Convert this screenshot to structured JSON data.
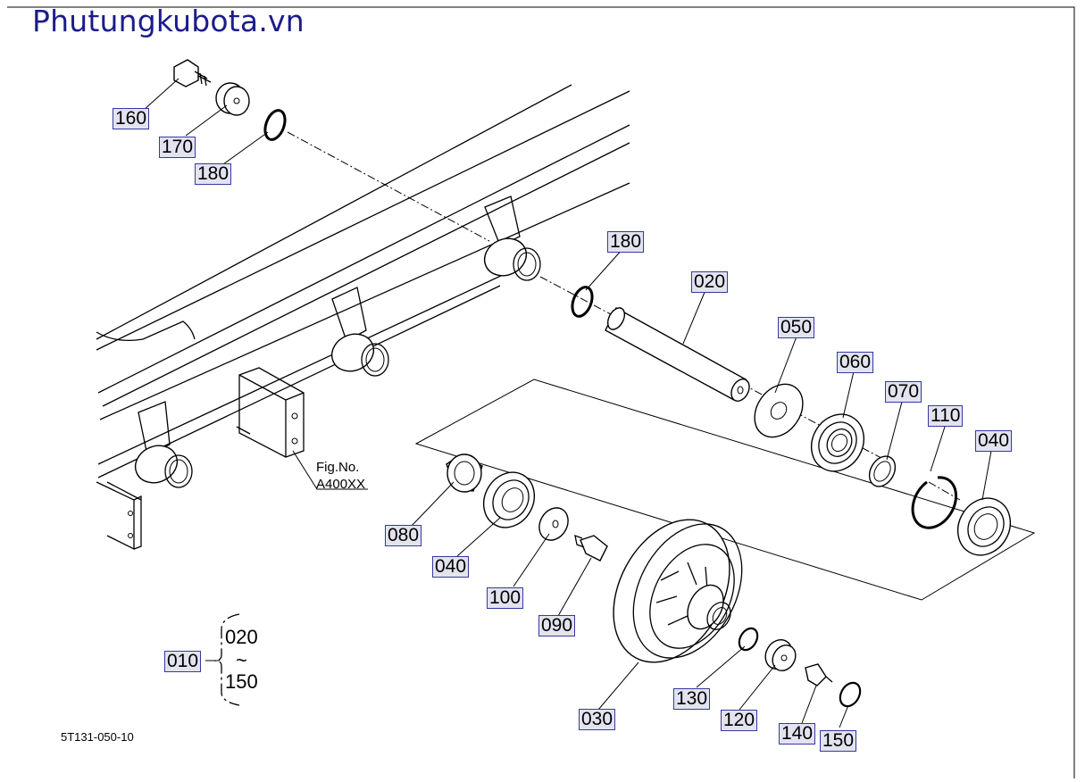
{
  "watermark": "Phutungkubota.vn",
  "drawing_code": "5T131-050-10",
  "figure_ref": {
    "line1": "Fig.No.",
    "line2": "A400XX"
  },
  "assembly_group": {
    "parent": "010",
    "range_start": "020",
    "range_sep": "~",
    "range_end": "150"
  },
  "callouts": [
    {
      "id": "160",
      "label": "160"
    },
    {
      "id": "170",
      "label": "170"
    },
    {
      "id": "180a",
      "label": "180"
    },
    {
      "id": "180b",
      "label": "180"
    },
    {
      "id": "020",
      "label": "020"
    },
    {
      "id": "050",
      "label": "050"
    },
    {
      "id": "060",
      "label": "060"
    },
    {
      "id": "070",
      "label": "070"
    },
    {
      "id": "110",
      "label": "110"
    },
    {
      "id": "040a",
      "label": "040"
    },
    {
      "id": "080",
      "label": "080"
    },
    {
      "id": "040b",
      "label": "040"
    },
    {
      "id": "100",
      "label": "100"
    },
    {
      "id": "090",
      "label": "090"
    },
    {
      "id": "030",
      "label": "030"
    },
    {
      "id": "130",
      "label": "130"
    },
    {
      "id": "120",
      "label": "120"
    },
    {
      "id": "140",
      "label": "140"
    },
    {
      "id": "150",
      "label": "150"
    }
  ]
}
